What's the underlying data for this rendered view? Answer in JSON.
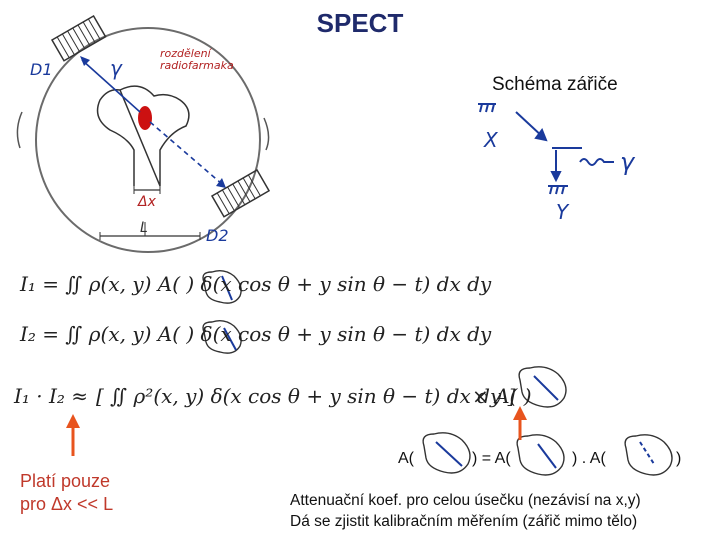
{
  "title": "SPECT",
  "schema_label": "Schéma zářiče",
  "diagram_labels": {
    "d1": "D1",
    "d2": "D2",
    "gamma": "γ",
    "distribution": "rozdělení radiofarmaka",
    "dx": "Δx",
    "L": "L"
  },
  "emitter_labels": {
    "x": "X",
    "y": "Y",
    "gamma": "γ"
  },
  "equations": {
    "i1": "I₁ = ∬ ρ(x, y) A(      ) δ(x cos θ + y sin θ − t) dx dy",
    "i2": "I₂ = ∬ ρ(x, y) A(      ) δ(x cos θ + y sin θ − t) dx dy",
    "product_left": "I₁ · I₂ ≈",
    "product_mid": "[ ∬ ρ²(x, y) δ(x cos θ + y sin θ − t) dx dy ]",
    "product_right": "× A(        )"
  },
  "identity": {
    "part1": "A(",
    "part2": ") = A(",
    "part3": ") . A(",
    "part4": ")"
  },
  "note_left": {
    "line1": "Platí pouze",
    "line2": "pro Δx << L"
  },
  "note_bottom": {
    "line1": "Attenuační koef. pro celou úsečku (nezávisí na x,y)",
    "line2": "Dá se zjistit kalibračním měřením (zářič mimo tělo)"
  },
  "colors": {
    "title": "#1f2a6b",
    "arrow": "#e8541e",
    "note": "#c0392b",
    "ink": "#1a3a9c",
    "red_mark": "#cc1111"
  }
}
